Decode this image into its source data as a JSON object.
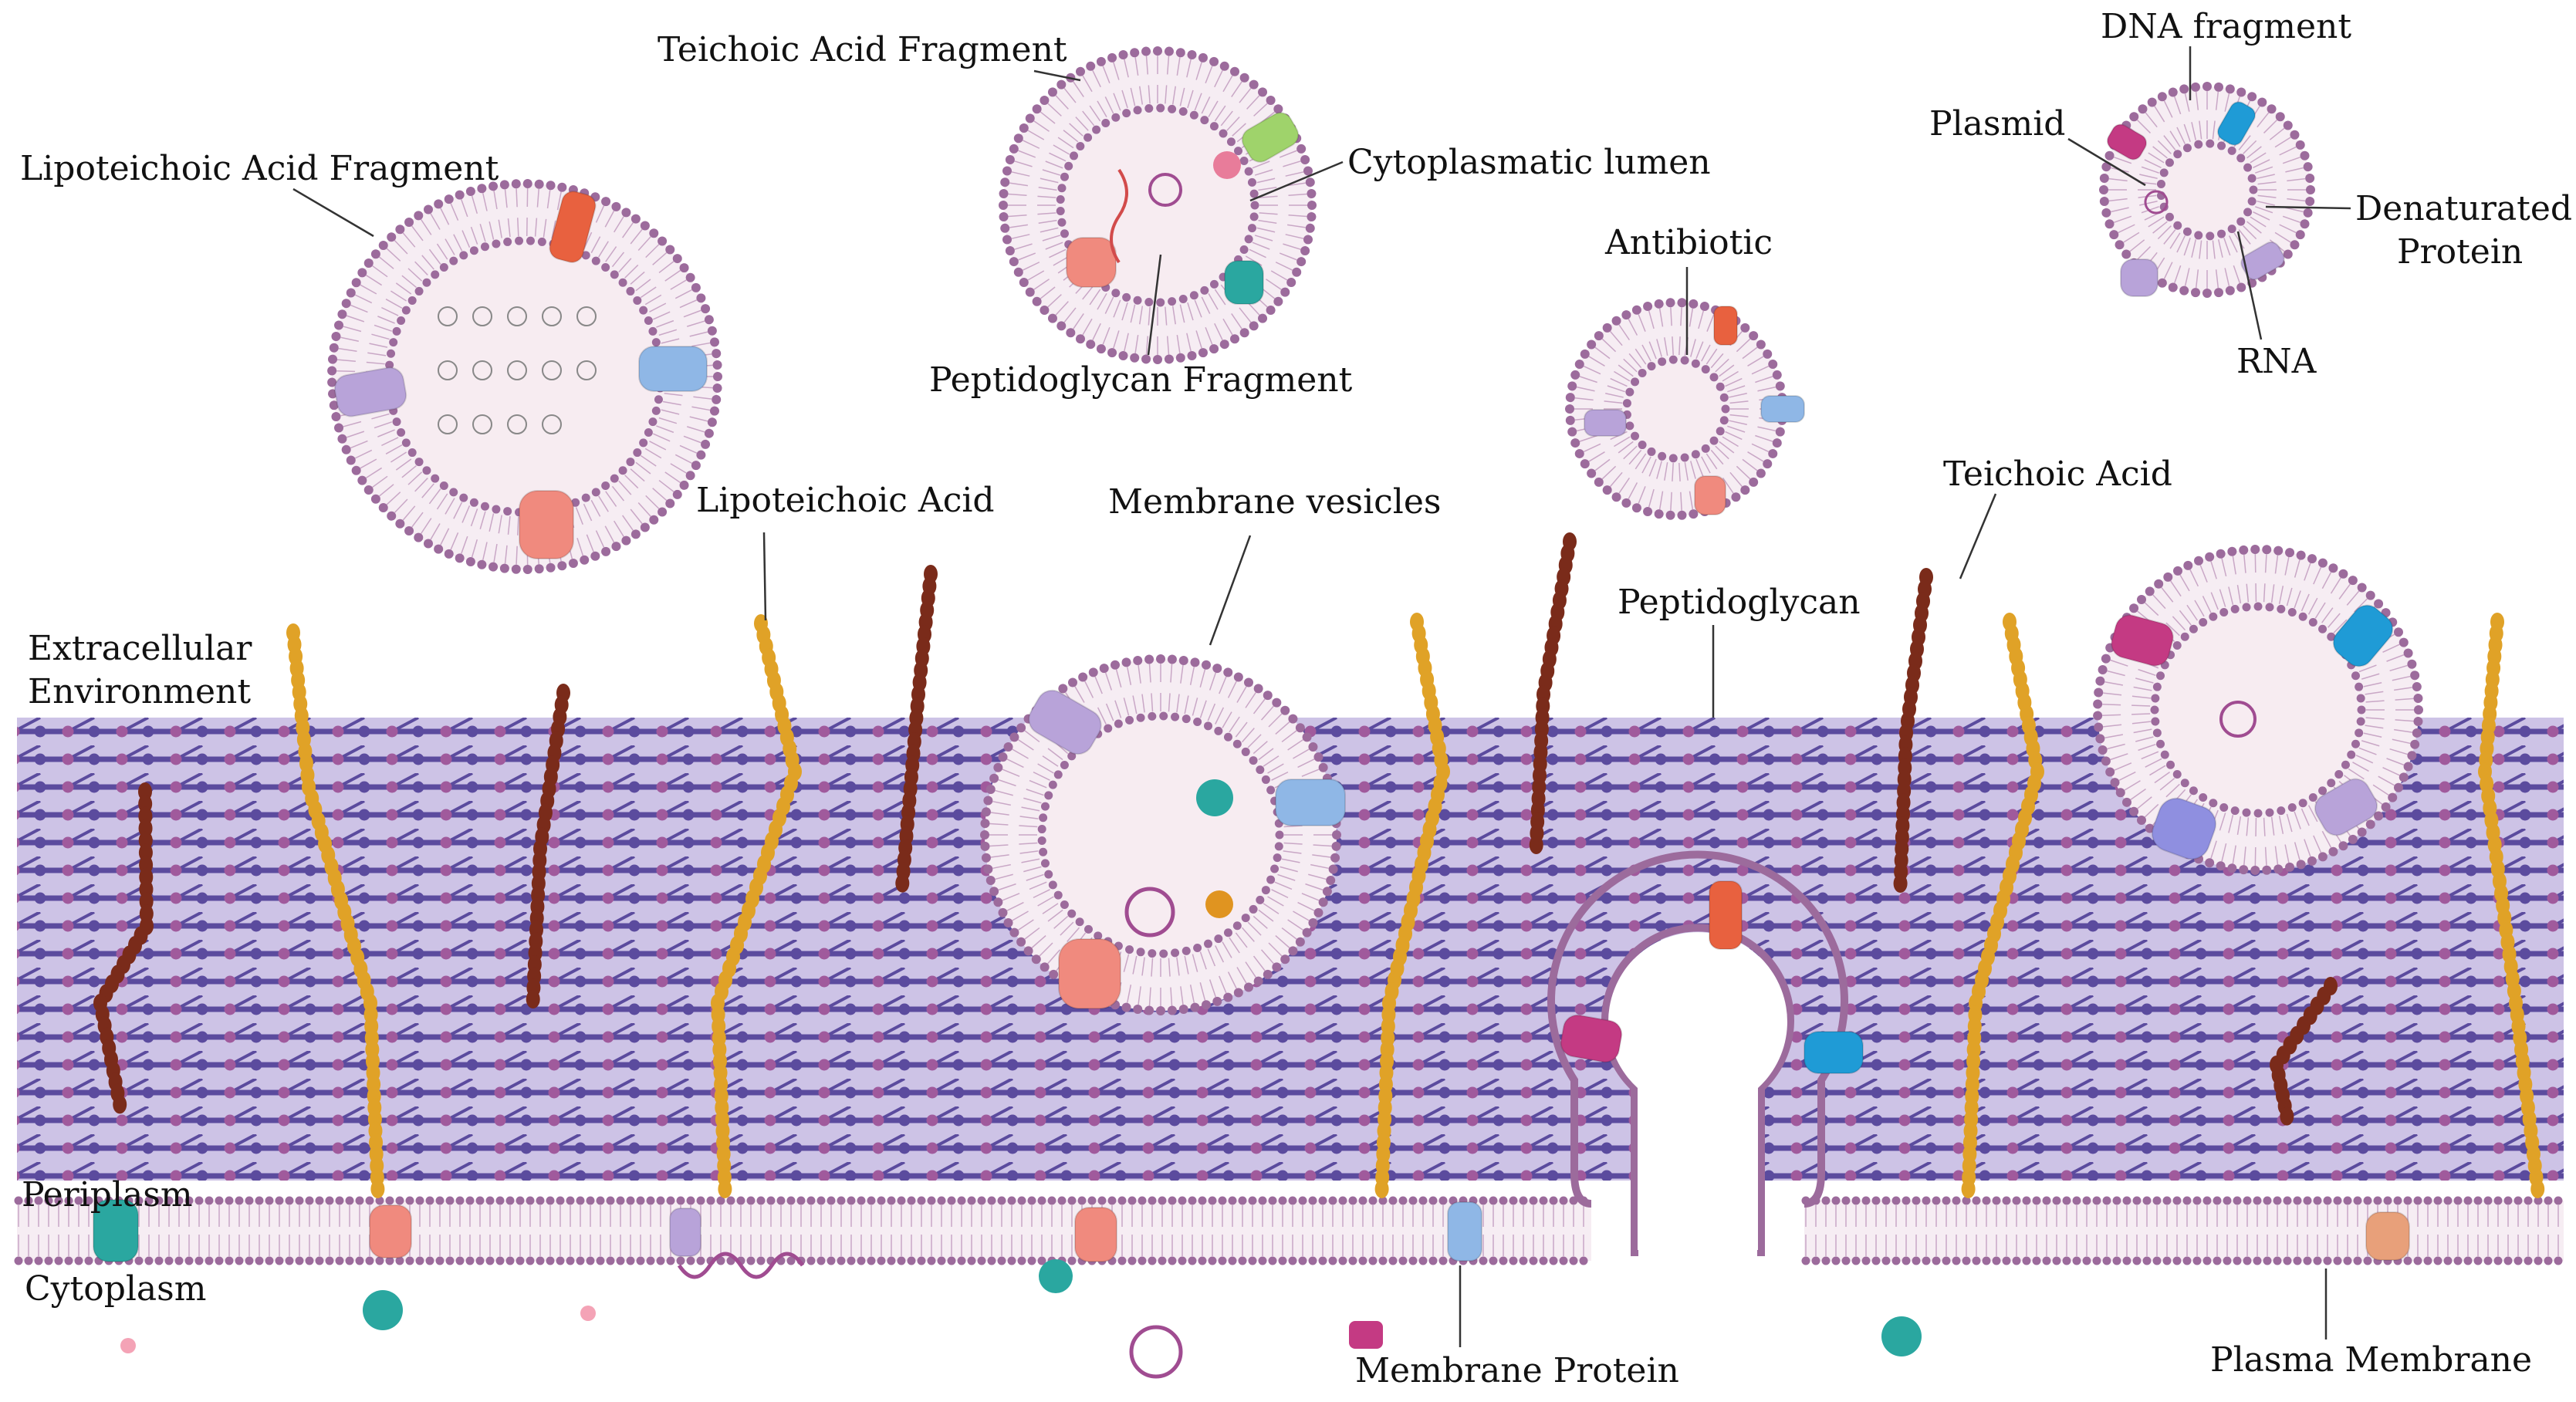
{
  "labels": {
    "lipoteichoic_acid_fragment": "Lipoteichoic Acid Fragment",
    "teichoic_acid_fragment": "Teichoic Acid Fragment",
    "cytoplasmatic_lumen": "Cytoplasmatic lumen",
    "peptidoglycan_fragment": "Peptidoglycan Fragment",
    "dna_fragment": "DNA fragment",
    "plasmid": "Plasmid",
    "denatured_protein_line1": "Denaturated",
    "denatured_protein_line2": "Protein",
    "rna": "RNA",
    "antibiotic": "Antibiotic",
    "lipoteichoic_acid": "Lipoteichoic Acid",
    "membrane_vesicles": "Membrane vesicles",
    "teichoic_acid": "Teichoic Acid",
    "peptidoglycan": "Peptidoglycan",
    "extracellular_line1": "Extracellular",
    "extracellular_line2": "Environment",
    "periplasm": "Periplasm",
    "cytoplasm": "Cytoplasm",
    "membrane_protein": "Membrane Protein",
    "plasma_membrane": "Plasma Membrane"
  },
  "colors": {
    "peptidoglycan_band": "#cdc3e6",
    "glycan_strand": "#5b4b9e",
    "glycan_bead": "#a05a9c",
    "lipid_head": "#9c6b9c",
    "vesicle_lumen": "#f7ecf1",
    "teichoic_dark": "#7a2b1a",
    "teichoic_light": "#e0a227",
    "protein_salmon": "#f08a7e",
    "protein_orange": "#e8613f",
    "protein_blue": "#8fb7e6",
    "protein_lavender": "#b8a3d9",
    "protein_teal": "#2aa7a0",
    "protein_magenta": "#c43a83",
    "protein_cyan": "#1f9bd6",
    "protein_green": "#9fd36b"
  }
}
